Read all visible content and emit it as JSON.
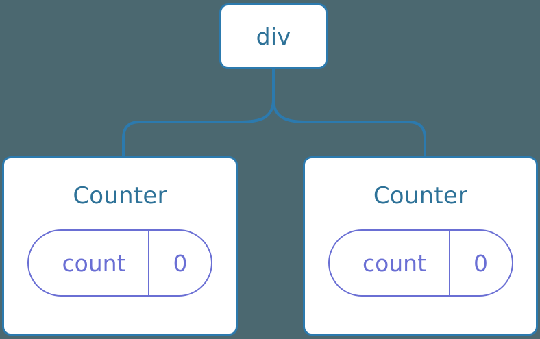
{
  "diagram": {
    "type": "component-tree",
    "background_color": "#4b6870",
    "node_border_color": "#2c7aae",
    "node_text_color": "#2e7298",
    "state_pill_color": "#6a6fd4",
    "connector_color": "#2c7aae",
    "root": {
      "label": "div"
    },
    "children": [
      {
        "title": "Counter",
        "state": {
          "key": "count",
          "value": "0"
        }
      },
      {
        "title": "Counter",
        "state": {
          "key": "count",
          "value": "0"
        }
      }
    ]
  }
}
